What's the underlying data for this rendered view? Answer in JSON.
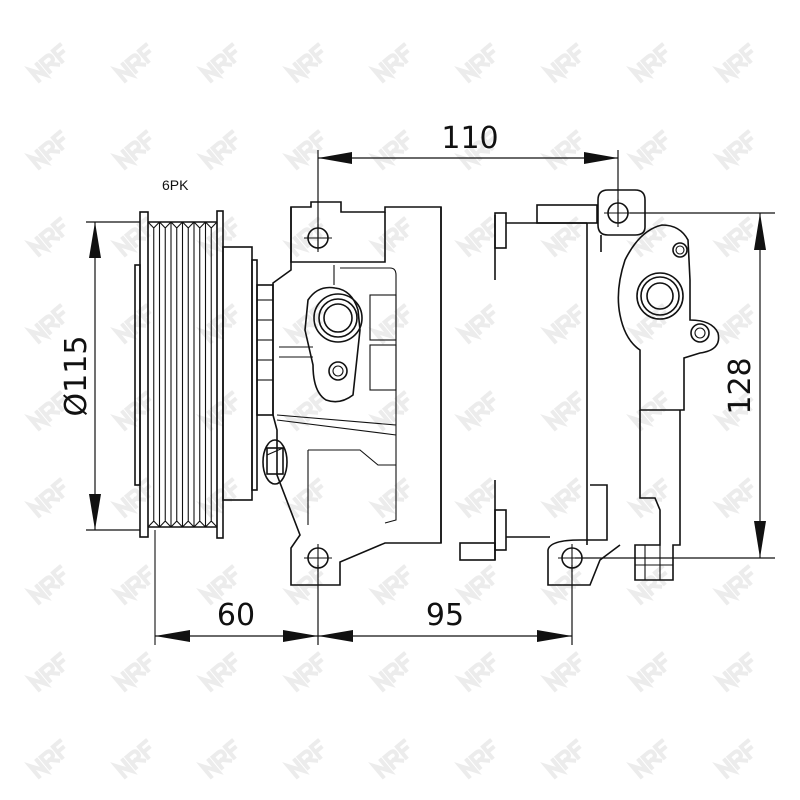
{
  "watermark": {
    "text": "NRF",
    "color": "#ececec"
  },
  "labels": {
    "belt_type": "6PK",
    "mount_spacing_top": "110",
    "pulley_diameter": "Ø115",
    "mount_spacing_vertical": "128",
    "pulley_offset": "60",
    "mount_spacing_bottom": "95"
  },
  "colors": {
    "line": "#111111",
    "background": "#ffffff"
  }
}
